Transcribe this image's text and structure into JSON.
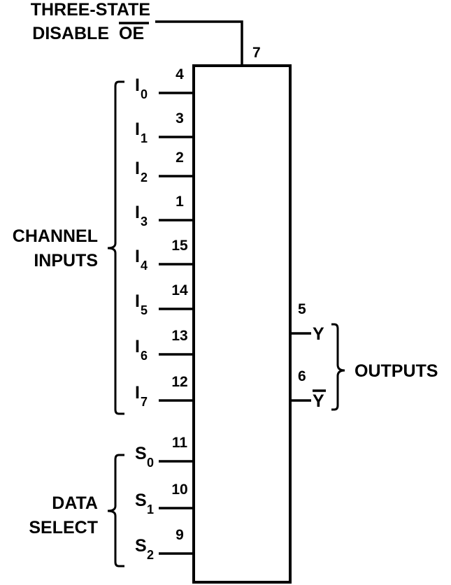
{
  "colors": {
    "stroke": "#000000",
    "background": "#ffffff"
  },
  "oe": {
    "label_line1": "THREE-STATE",
    "label_line2": "DISABLE",
    "label_signal": "OE",
    "pin": "7"
  },
  "channel_group_label": [
    "CHANNEL",
    "INPUTS"
  ],
  "channel_inputs": [
    {
      "name": "I",
      "sub": "0",
      "pin": "4"
    },
    {
      "name": "I",
      "sub": "1",
      "pin": "3"
    },
    {
      "name": "I",
      "sub": "2",
      "pin": "2"
    },
    {
      "name": "I",
      "sub": "3",
      "pin": "1"
    },
    {
      "name": "I",
      "sub": "4",
      "pin": "15"
    },
    {
      "name": "I",
      "sub": "5",
      "pin": "14"
    },
    {
      "name": "I",
      "sub": "6",
      "pin": "13"
    },
    {
      "name": "I",
      "sub": "7",
      "pin": "12"
    }
  ],
  "select_group_label": [
    "DATA",
    "SELECT"
  ],
  "select_inputs": [
    {
      "name": "S",
      "sub": "0",
      "pin": "11"
    },
    {
      "name": "S",
      "sub": "1",
      "pin": "10"
    },
    {
      "name": "S",
      "sub": "2",
      "pin": "9"
    }
  ],
  "outputs_group_label": "OUTPUTS",
  "outputs": [
    {
      "name": "Y",
      "pin": "5",
      "overbar": false
    },
    {
      "name": "Y",
      "pin": "6",
      "overbar": true
    }
  ]
}
